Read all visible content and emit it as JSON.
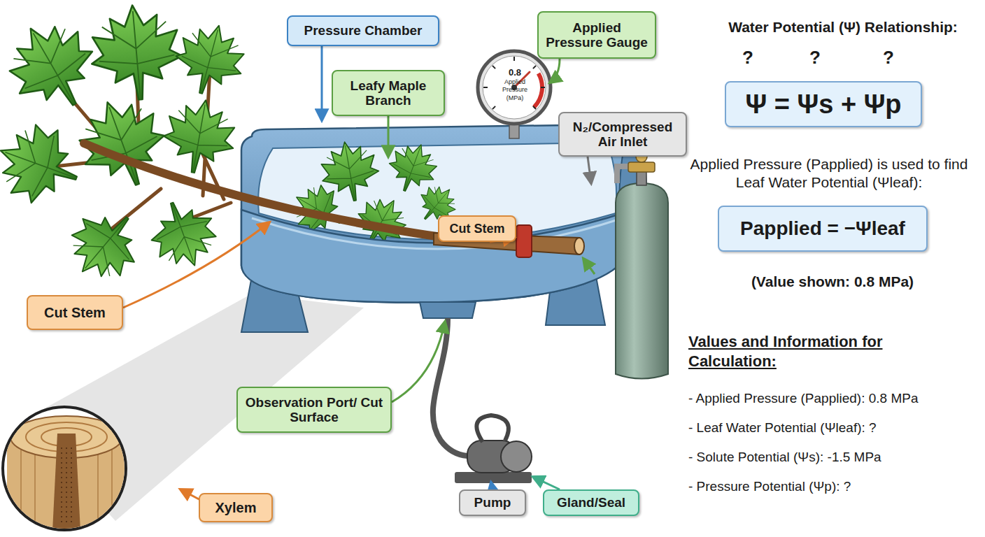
{
  "diagram": {
    "nodes": [
      {
        "text": [
          "Pressure Chamber"
        ]
      },
      {
        "text": [
          "Applied Pressure Gauge"
        ]
      },
      {
        "text": [
          "Leafy Maple Branch"
        ]
      },
      {
        "text": [
          "Ψ = Ψs + Ψp"
        ]
      },
      {
        "text": [
          "N₂/Compressed Air Inlet"
        ]
      },
      {
        "text": [
          "Papplied = −Ψleaf"
        ]
      },
      {
        "text": [
          "Cut Stem"
        ]
      },
      {
        "text": [
          "Cut Stem"
        ]
      },
      {
        "text": [
          "Observation Port/ Cut Surface"
        ]
      },
      {
        "text": [
          "Pump"
        ]
      },
      {
        "text": [
          "Gland/Seal"
        ]
      },
      {
        "text": [
          "Xylem"
        ]
      }
    ],
    "labels": [
      "Water Potential (Ψ) Relationship:",
      "?",
      "?",
      "?",
      "0.8",
      "Applied Pressure (MPa)",
      "Applied Pressure (Papplied) is used to find Leaf Water Potential (Ψleaf):",
      "(Value shown: 0.8 MPa)",
      "Values and Information for Calculation:",
      "- Applied Pressure (Papplied): 0.8 MPa",
      "- Leaf Water Potential (Ψleaf): ?",
      "- Solute Potential (Ψs): -1.5 MPa",
      "- Pressure Potential (Ψp): ?"
    ]
  }
}
